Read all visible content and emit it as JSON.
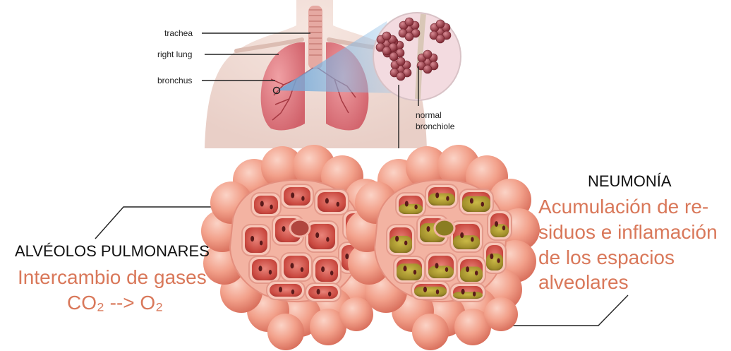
{
  "labels": {
    "trachea": "trachea",
    "right_lung": "right lung",
    "bronchus": "bronchus",
    "normal_bronchiole_1": "normal",
    "normal_bronchiole_2": "bronchiole"
  },
  "left_caption": {
    "title": "ALVÉOLOS PULMONARES",
    "line1": "Intercambio de gases",
    "line2": "CO₂ --> O₂"
  },
  "right_caption": {
    "title": "NEUMONÍA",
    "line1": "Acumulación de re-",
    "line2": "siduos e inflamación",
    "line3": "de los espacios",
    "line4": "alveolares"
  },
  "colors": {
    "caption_orange": "#d9785a",
    "alveolus_pink": "#f0a08c",
    "alveolus_inner": "#c8473f",
    "fluid_olive": "#a49a2c",
    "lung_pink": "#e27e86",
    "skin": "#efd9d2"
  }
}
